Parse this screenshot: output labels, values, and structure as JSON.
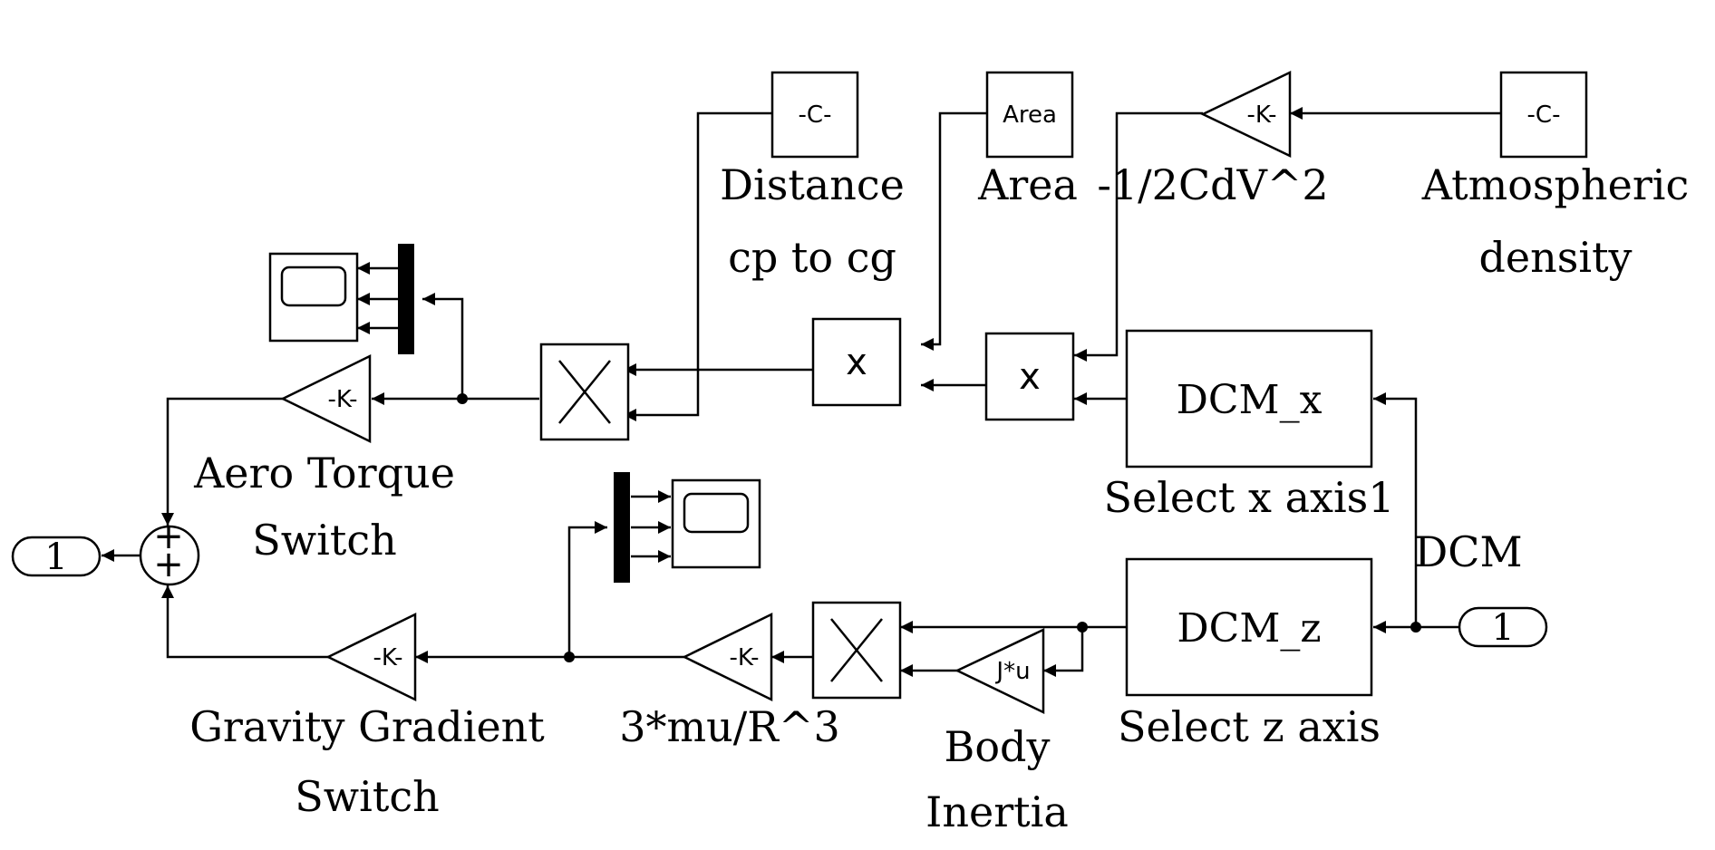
{
  "blocks": {
    "const_distance": "-C-",
    "const_area": "Area",
    "gain_drag": "-K-",
    "const_density": "-C-",
    "product_upper_1": "x",
    "product_upper_2": "x",
    "subsystem_x": "DCM_x",
    "subsystem_z": "DCM_z",
    "gain_aero": "-K-",
    "gain_gravity_switch": "-K-",
    "gain_3mu": "-K-",
    "gain_inertia": "J*u",
    "sum_signs": [
      "+",
      "+"
    ],
    "outport": "1",
    "inport": "1"
  },
  "labels": {
    "distance": [
      "Distance",
      "cp to cg"
    ],
    "area": "Area",
    "drag": "-1/2CdV^2",
    "density": [
      "Atmospheric",
      "density"
    ],
    "aero": [
      "Aero Torque",
      "Switch"
    ],
    "select_x": "Select x axis1",
    "dcm": "DCM",
    "select_z": "Select z axis",
    "gravity": [
      "Gravity Gradient",
      "Switch"
    ],
    "mu": "3*mu/R^3",
    "inertia": [
      "Body",
      "Inertia"
    ]
  }
}
